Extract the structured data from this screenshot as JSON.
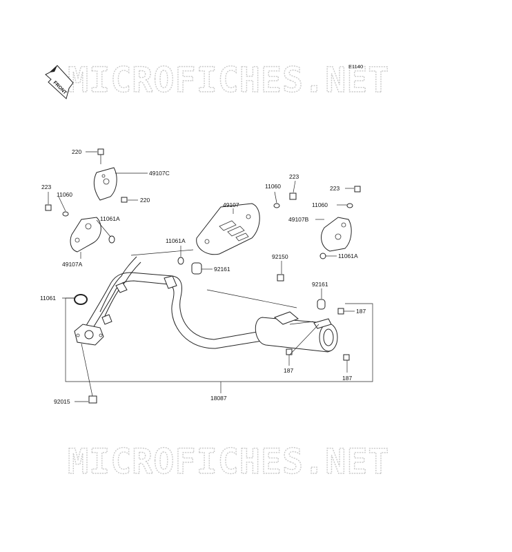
{
  "watermark": {
    "top": "MICROFICHES.NET",
    "bottom": "MICROFICHES.NET"
  },
  "diagram_code": "E1140",
  "front_label": "FRONT",
  "parts": {
    "p220_top": "220",
    "p49107C": "49107C",
    "p220_mid": "220",
    "p223_left": "223",
    "p11060_left": "11060",
    "p11061A_left": "11061A",
    "p49107A": "49107A",
    "p49107": "49107",
    "p11060_mid": "11060",
    "p223_mid": "223",
    "p223_right": "223",
    "p11060_right": "11060",
    "p49107B": "49107B",
    "p11061A_center": "11061A",
    "p92161_center": "92161",
    "p92150": "92150",
    "p11061A_right": "11061A",
    "p92161_right": "92161",
    "p187_right": "187",
    "p11061": "11061",
    "p187_bottom": "187",
    "p187_right_bottom": "187",
    "p92015": "92015",
    "p18087": "18087"
  }
}
